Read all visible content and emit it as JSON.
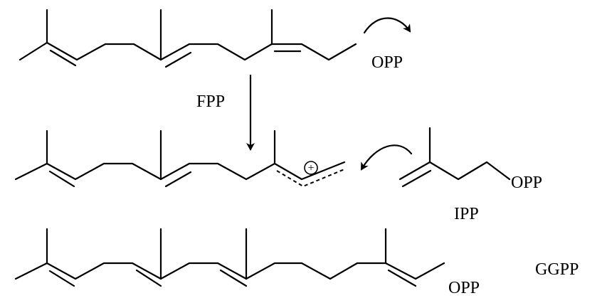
{
  "molecules": {
    "fpp": {
      "name": "FPP",
      "group": "OPP"
    },
    "ipp": {
      "name": "IPP",
      "group": "OPP"
    },
    "ggpp": {
      "name": "GGPP",
      "group": "OPP"
    }
  },
  "cation": {
    "charge_symbol": "+"
  },
  "colors": {
    "ink": "#000000",
    "background": "#ffffff"
  }
}
